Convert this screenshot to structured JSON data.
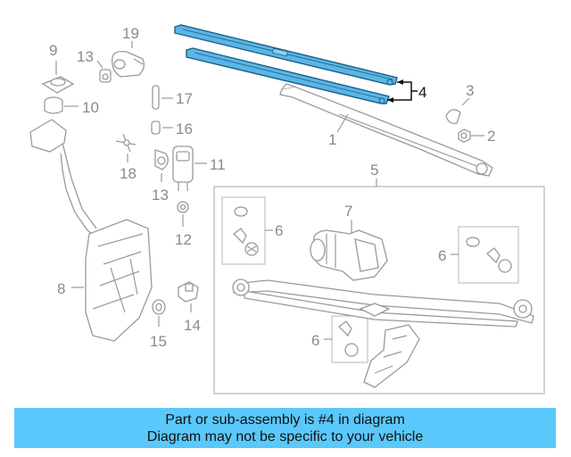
{
  "diagram": {
    "callouts": {
      "c1": "1",
      "c2": "2",
      "c3": "3",
      "c4": "4",
      "c5": "5",
      "c6a": "6",
      "c6b": "6",
      "c6c": "6",
      "c7": "7",
      "c8": "8",
      "c9": "9",
      "c10": "10",
      "c11": "11",
      "c12": "12",
      "c13a": "13",
      "c13b": "13",
      "c14": "14",
      "c15": "15",
      "c16": "16",
      "c17": "17",
      "c18": "18",
      "c19": "19"
    },
    "highlight_part": "4",
    "highlight_color": "#5ab6e6"
  },
  "notice": {
    "line1": "Part or sub-assembly is #4 in diagram",
    "line2": "Diagram may not be specific to your vehicle",
    "background": "#5ac8fa"
  }
}
